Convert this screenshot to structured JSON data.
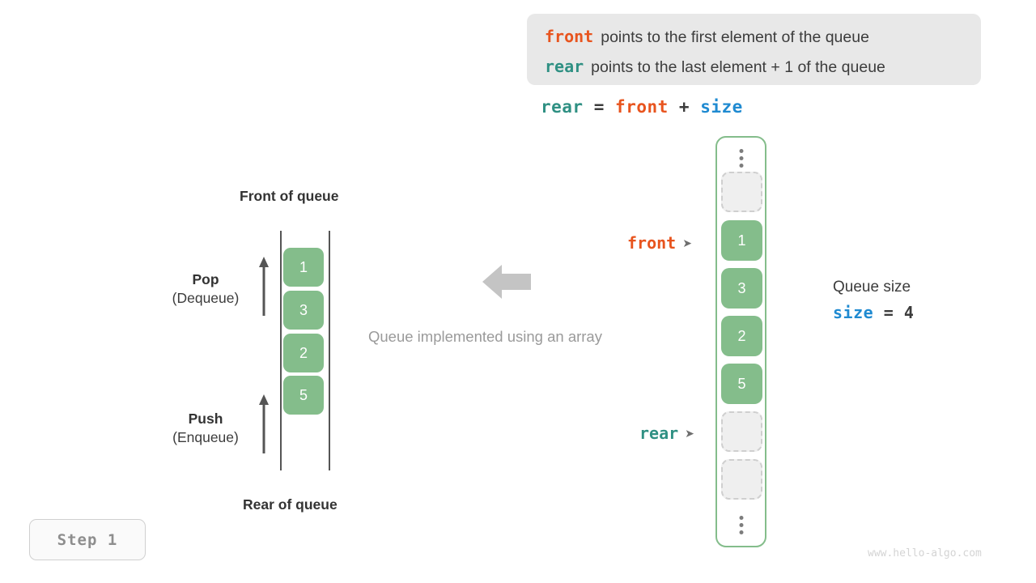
{
  "banner": {
    "lines": [
      {
        "keyword": "front",
        "keyword_color": "#e8541e",
        "description": "points to the first element of the queue"
      },
      {
        "keyword": "rear",
        "keyword_color": "#2f9083",
        "description": "points to the last element + 1 of the queue"
      }
    ],
    "background": "#e8e8e8"
  },
  "formula": {
    "lhs": "rear",
    "eq": "=",
    "rhs1": "front",
    "plus": "+",
    "rhs2": "size"
  },
  "left_diagram": {
    "front_label": "Front of queue",
    "rear_label": "Rear of queue",
    "cells": [
      "1",
      "3",
      "2",
      "5"
    ],
    "pop": {
      "name": "Pop",
      "sub": "(Dequeue)"
    },
    "push": {
      "name": "Push",
      "sub": "(Enqueue)"
    },
    "cell_color": "#84bd8b"
  },
  "middle": {
    "caption": "Queue implemented using an array",
    "arrow_direction": "left",
    "arrow_color": "#c4c4c4"
  },
  "array_diagram": {
    "border_color": "#84bd8b",
    "slots": [
      {
        "type": "dots",
        "value": ""
      },
      {
        "type": "empty",
        "value": ""
      },
      {
        "type": "filled",
        "value": "1"
      },
      {
        "type": "filled",
        "value": "3"
      },
      {
        "type": "filled",
        "value": "2"
      },
      {
        "type": "filled",
        "value": "5"
      },
      {
        "type": "empty",
        "value": ""
      },
      {
        "type": "empty",
        "value": ""
      },
      {
        "type": "dots",
        "value": ""
      }
    ],
    "pointers": [
      {
        "label": "front",
        "color": "#e8541e",
        "marker": "➤"
      },
      {
        "label": "rear",
        "color": "#2f9083",
        "marker": "➤"
      }
    ]
  },
  "size_note": {
    "title": "Queue size",
    "name": "size",
    "eq": "=",
    "value": "4",
    "name_color": "#1f8ad1"
  },
  "step_badge": {
    "label": "Step 1"
  },
  "watermark": {
    "text": "www.hello-algo.com"
  }
}
